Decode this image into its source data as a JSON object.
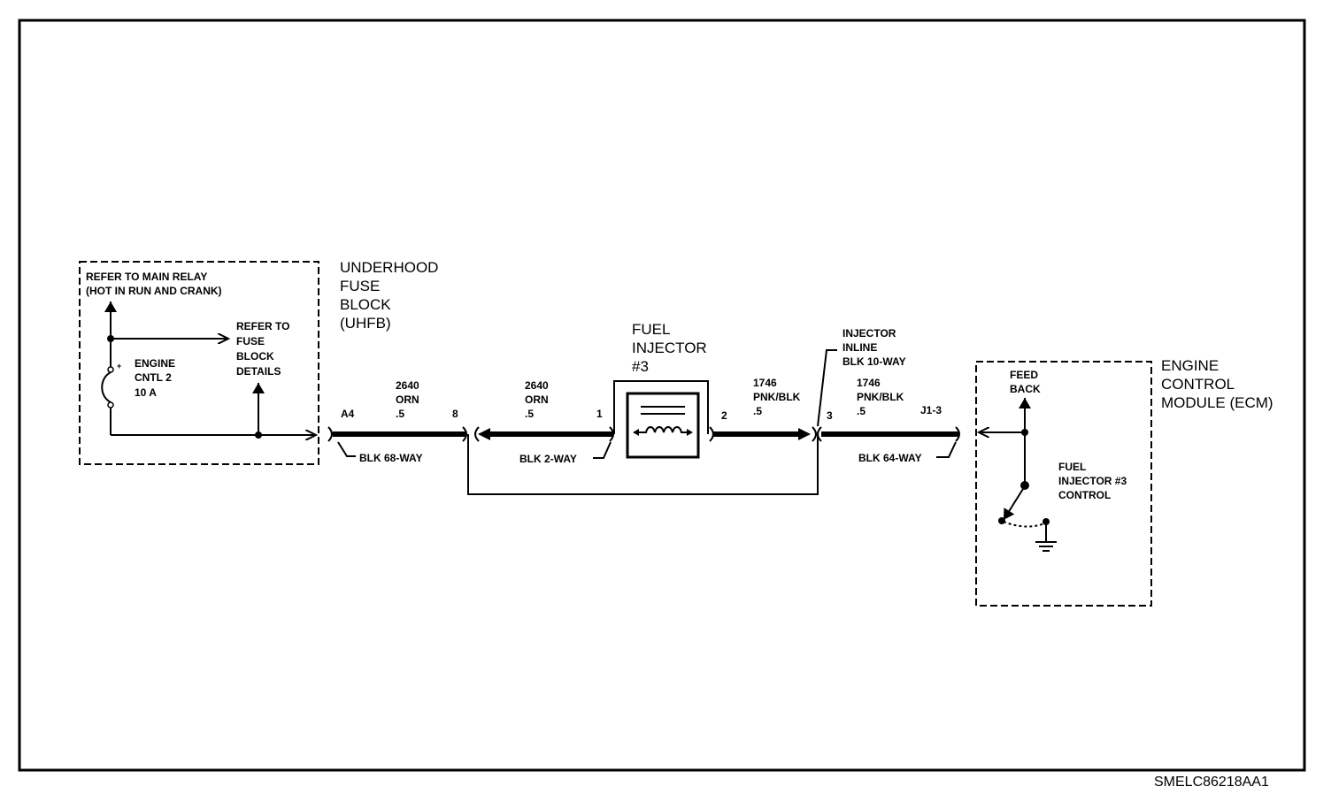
{
  "uhfb": {
    "title_lines": [
      "UNDERHOOD",
      "FUSE",
      "BLOCK",
      "(UHFB)"
    ],
    "relay_lines": [
      "REFER TO MAIN RELAY",
      "(HOT IN RUN AND CRANK)"
    ],
    "fuse_lines": [
      "ENGINE",
      "CNTL 2",
      "10 A"
    ],
    "fuse_plus": "+",
    "details_lines": [
      "REFER TO",
      "FUSE",
      "BLOCK",
      "DETAILS"
    ]
  },
  "wire_a": {
    "pin_left": "A4",
    "circuit_lines": [
      "2640",
      "ORN",
      ".5"
    ],
    "pin_right": "8",
    "connector": "BLK 68-WAY"
  },
  "wire_b": {
    "circuit_lines": [
      "2640",
      "ORN",
      ".5"
    ],
    "pin_right": "1",
    "connector": "BLK 2-WAY"
  },
  "injector": {
    "title_lines": [
      "FUEL",
      "INJECTOR",
      "#3"
    ],
    "pin_out": "2"
  },
  "wire_c": {
    "circuit_lines": [
      "1746",
      "PNK/BLK",
      ".5"
    ]
  },
  "inline": {
    "label_lines": [
      "INJECTOR",
      "INLINE",
      "BLK 10-WAY"
    ],
    "pin": "3"
  },
  "wire_d": {
    "circuit_lines": [
      "1746",
      "PNK/BLK",
      ".5"
    ],
    "pin_right": "J1-3",
    "connector": "BLK 64-WAY"
  },
  "ecm": {
    "title_lines": [
      "ENGINE",
      "CONTROL",
      "MODULE (ECM)"
    ],
    "feedback_lines": [
      "FEED",
      "BACK"
    ],
    "control_lines": [
      "FUEL",
      "INJECTOR #3",
      "CONTROL"
    ]
  },
  "figure_id": "SMELC86218AA1"
}
